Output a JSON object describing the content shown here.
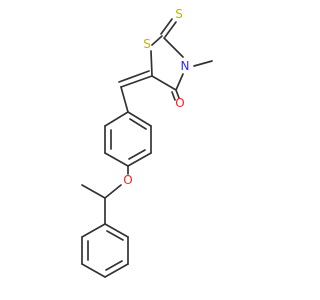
{
  "molecule": {
    "atoms": [
      {
        "label": "S",
        "color": "#c7b400"
      },
      {
        "label": "S",
        "color": "#c7b400"
      },
      {
        "label": "N",
        "color": "#2b2bff"
      },
      {
        "label": "O",
        "color": "#ff1f1f"
      },
      {
        "label": "O",
        "color": "#ff1f1f"
      }
    ],
    "bond_color": "#333333",
    "background": "#ffffff"
  }
}
